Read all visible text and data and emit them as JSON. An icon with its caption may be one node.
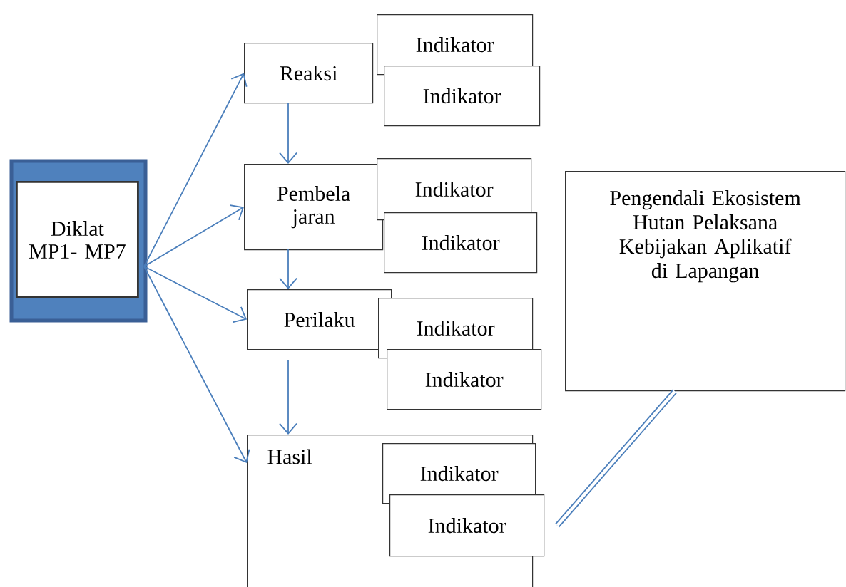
{
  "diagram": {
    "nodes": [
      {
        "text": [
          "Diklat MP1- MP7"
        ]
      },
      {
        "text": [
          "Reaksi"
        ]
      },
      {
        "text": [
          "Indikator"
        ]
      },
      {
        "text": [
          "Indikator"
        ]
      },
      {
        "text": [
          "Pembela jaran"
        ]
      },
      {
        "text": [
          "Indikator"
        ]
      },
      {
        "text": [
          "Indikator"
        ]
      },
      {
        "text": [
          "Perilaku"
        ]
      },
      {
        "text": [
          "Indikator"
        ]
      },
      {
        "text": [
          "Indikator"
        ]
      },
      {
        "text": [
          "Hasil"
        ]
      },
      {
        "text": [
          "Indikator"
        ],
        "in": 10
      },
      {
        "text": [
          "Indikator"
        ],
        "in": 10
      },
      {
        "text": [
          "Pengendali Ekosistem Hutan Pelaksana Kebijakan Aplikatif di Lapangan"
        ]
      }
    ],
    "edges": [
      {
        "from": 0,
        "to": 1,
        "arrow": "to"
      },
      {
        "from": 0,
        "to": 4,
        "arrow": "to"
      },
      {
        "from": 0,
        "to": 7,
        "arrow": "to"
      },
      {
        "from": 0,
        "to": 10,
        "arrow": "to"
      },
      {
        "from": 1,
        "to": 4,
        "arrow": "to"
      },
      {
        "from": 4,
        "to": 7,
        "arrow": "to"
      },
      {
        "from": 7,
        "to": 10,
        "arrow": "to"
      },
      {
        "from": 12,
        "to": 13,
        "arrow": "none",
        "style": "thick"
      }
    ]
  }
}
